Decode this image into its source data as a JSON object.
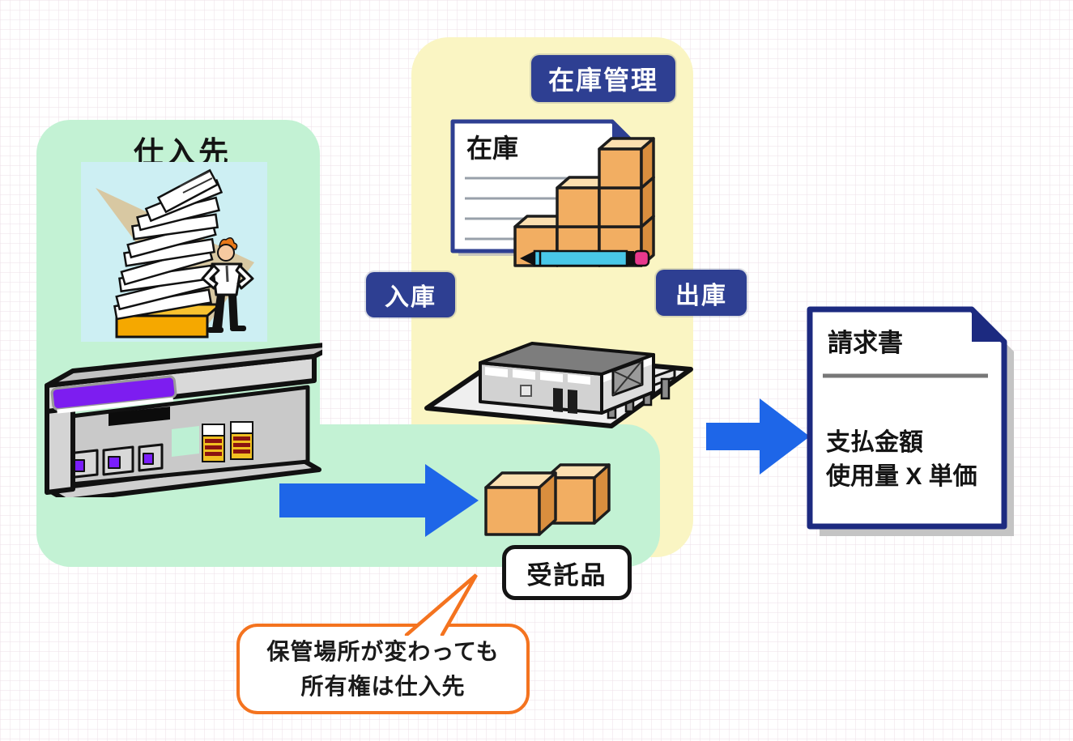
{
  "diagram": {
    "supplier": {
      "label": "仕入先"
    },
    "badges": {
      "stock_mgmt": "在庫管理",
      "inbound": "入庫",
      "outbound": "出庫"
    },
    "stock_sheet": {
      "title": "在庫"
    },
    "invoice": {
      "title": "請求書",
      "line1": "支払金額",
      "line2": "使用量 X 単価"
    },
    "consigned": {
      "label": "受託品"
    },
    "callout": {
      "line1": "保管場所が変わっても",
      "line2": "所有権は仕入先"
    },
    "colors": {
      "panel-green": "#c3f2d4",
      "panel-yellow": "#faf5c3",
      "badge-navy": "#2e3f92",
      "arrow-blue": "#1e66e8",
      "callout-orange": "#f4731f",
      "box-front": "#f2ae62",
      "box-top": "#fbdfb0",
      "box-side": "#d98e3e"
    }
  }
}
